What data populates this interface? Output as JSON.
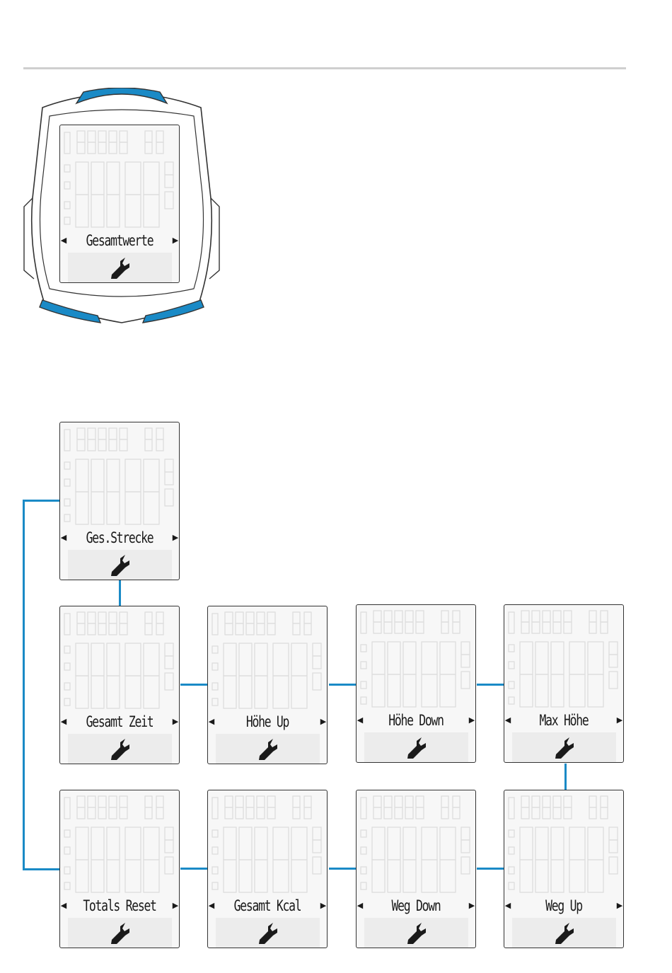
{
  "device": {
    "screen_label": "Gesamtwerte",
    "accent_color": "#1a8ac6"
  },
  "menu": [
    {
      "label": "Ges.Strecke"
    },
    {
      "label": "Gesamt Zeit"
    },
    {
      "label": "Höhe Up"
    },
    {
      "label": "Höhe Down"
    },
    {
      "label": "Max Höhe"
    },
    {
      "label": "Weg Up"
    },
    {
      "label": "Weg Down"
    },
    {
      "label": "Gesamt Kcal"
    },
    {
      "label": "Totals Reset"
    }
  ],
  "icons": {
    "arrow_left": "left-arrow-icon",
    "arrow_right": "right-arrow-icon",
    "settings": "wrench-icon"
  },
  "glyphs": {
    "left": "◀",
    "right": "▶"
  }
}
